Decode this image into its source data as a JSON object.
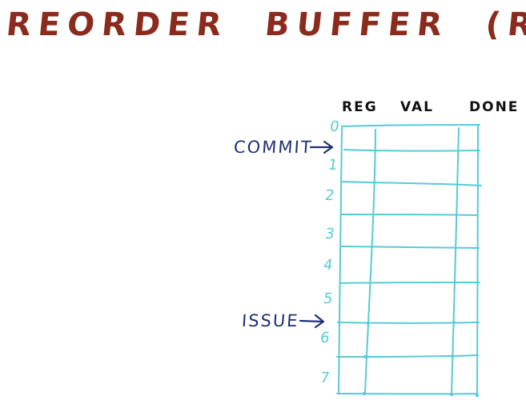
{
  "title": "REORDER  BUFFER  (ROB)",
  "columns": [
    "REG",
    "VAL",
    "DONE"
  ],
  "rows": [
    "0",
    "1",
    "2",
    "3",
    "4",
    "5",
    "6",
    "7"
  ],
  "pointers": {
    "commit": {
      "label": "COMMIT",
      "row": 0
    },
    "issue": {
      "label": "ISSUE",
      "row": 6
    }
  },
  "colors": {
    "title": "#8a2b1e",
    "headers": "#111111",
    "grid": "#56cbd8",
    "pointers": "#1e2f75"
  }
}
